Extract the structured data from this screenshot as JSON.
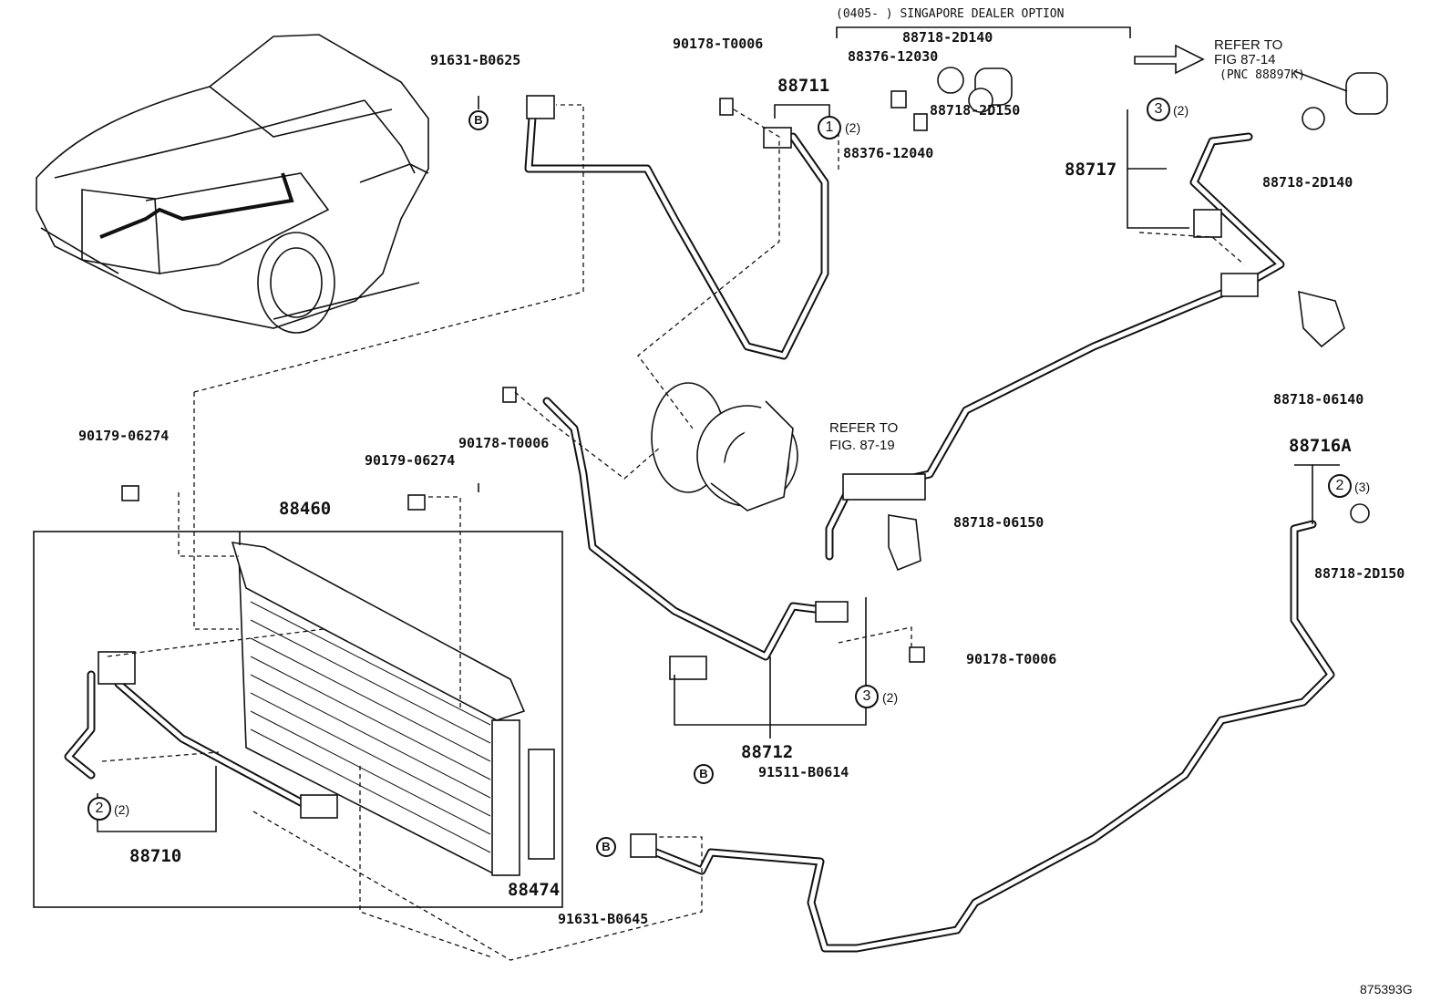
{
  "labels": {
    "dealer_option": "(0405-      ) SINGAPORE DEALER OPTION",
    "p88718_2d140_top": "88718-2D140",
    "p88376_12030": "88376-12030",
    "p88718_2d150_top": "88718-2D150",
    "p88376_12040": "88376-12040",
    "refer_fig_87_14_a": "REFER TO",
    "refer_fig_87_14_b": "FIG 87-14",
    "refer_fig_87_14_c": "(PNC 88897K)",
    "p91631_b0625": "91631-B0625",
    "p90178_t0006_top": "90178-T0006",
    "p88711": "88711",
    "p88717": "88717",
    "p88718_2d140_right": "88718-2D140",
    "p88718_06140": "88718-06140",
    "p90179_06274_left": "90179-06274",
    "p90178_t0006_mid": "90178-T0006",
    "refer_fig_87_19_a": "REFER TO",
    "refer_fig_87_19_b": "FIG. 87-19",
    "p88716a": "88716A",
    "p88718_2d150_right": "88718-2D150",
    "p90179_06274_mid": "90179-06274",
    "p88460": "88460",
    "p88718_06150": "88718-06150",
    "p90178_t0006_low": "90178-T0006",
    "p88712": "88712",
    "p91511_b0614": "91511-B0614",
    "p88710": "88710",
    "p88474": "88474",
    "p91631_b0645": "91631-B0645",
    "figure_code": "875393G"
  },
  "callouts": {
    "c1": "1",
    "c1_qty": "(2)",
    "c2_right": "2",
    "c2_right_qty": "(3)",
    "c2_left": "2",
    "c2_left_qty": "(2)",
    "c3_top": "3",
    "c3_top_qty": "(2)",
    "c3_mid": "3",
    "c3_mid_qty": "(2)",
    "b": "B"
  }
}
